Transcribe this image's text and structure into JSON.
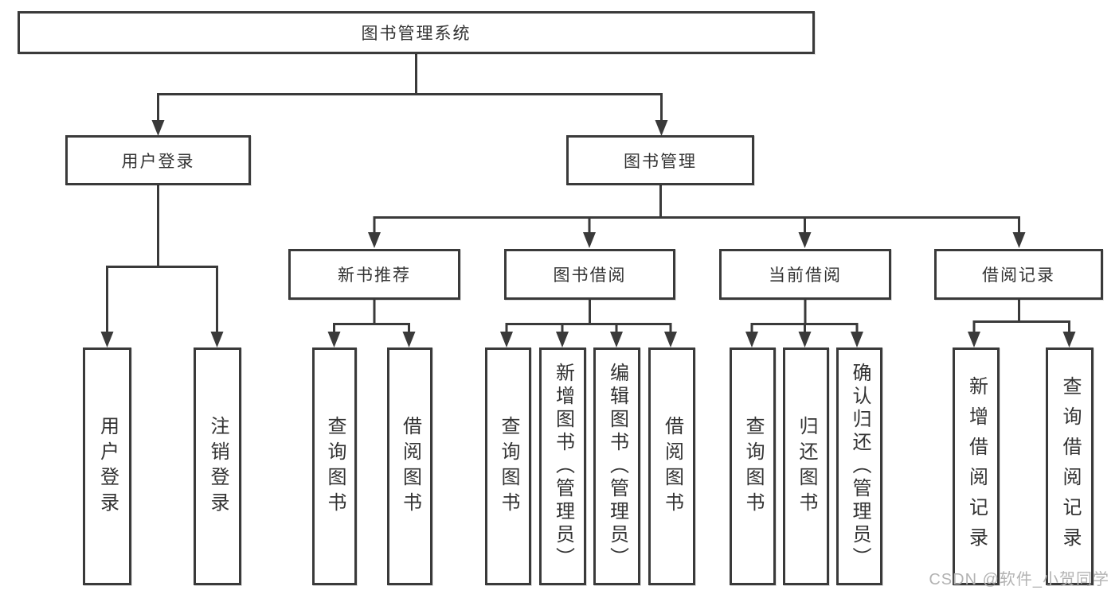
{
  "title": "图书管理系统",
  "level2": [
    "用户登录",
    "图书管理"
  ],
  "level3": [
    "新书推荐",
    "图书借阅",
    "当前借阅",
    "借阅记录"
  ],
  "leaves": {
    "user_login": [
      "用户登录",
      "注销登录"
    ],
    "new_book_recommend": [
      "查询图书",
      "借阅图书"
    ],
    "book_borrow": [
      "查询图书",
      "新增图书（管理员）",
      "编辑图书（管理员）",
      "借阅图书"
    ],
    "current_borrow": [
      "查询图书",
      "归还图书",
      "确认归还（管理员）"
    ],
    "borrow_record": [
      "新增借阅记录",
      "查询借阅记录"
    ]
  },
  "watermark": "CSDN @软件_小贺同学",
  "colors": {
    "line": "#3a3a3a",
    "text": "#333333",
    "watermark": "#b3b3b3",
    "box_background": "#ffffff"
  }
}
